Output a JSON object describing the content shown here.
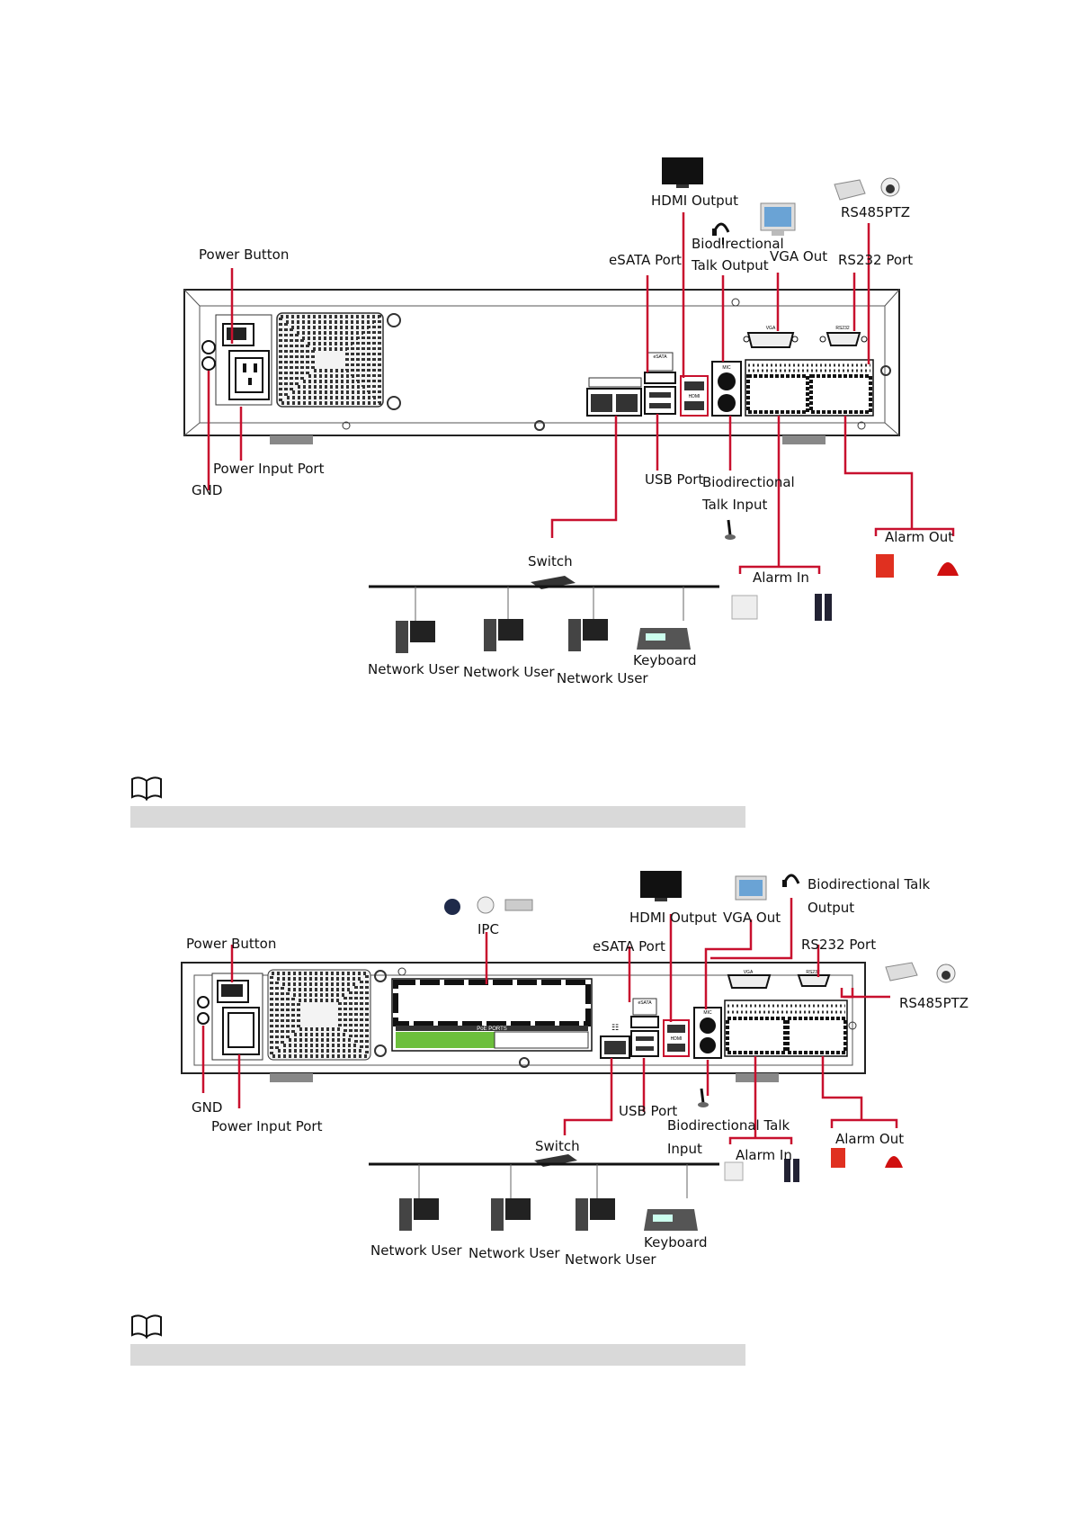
{
  "diagram1": {
    "labels": {
      "hdmi_output": "HDMI Output",
      "rs485ptz": "RS485PTZ",
      "biodirectional_line1": "Biodirectional",
      "talk_output": "Talk Output",
      "vga_out": "VGA Out",
      "rs232_port": "RS232 Port",
      "esata_port": "eSATA Port",
      "power_button": "Power Button",
      "power_input_port": "Power Input Port",
      "gnd": "GND",
      "usb_port": "USB Port",
      "biodirectional_talk_in_line1": "Biodirectional",
      "talk_input": "Talk Input",
      "alarm_out": "Alarm Out",
      "switch": "Switch",
      "alarm_in": "Alarm In",
      "network_user_1": "Network User",
      "network_user_2": "Network User",
      "network_user_3": "Network User",
      "keyboard": "Keyboard"
    },
    "panel_marks": {
      "vga": "VGA",
      "rs232": "RS232",
      "mic": "MIC",
      "esata": "eSATA",
      "hdmi": "HDMI"
    }
  },
  "diagram2": {
    "labels": {
      "biodirectional_talk": "Biodirectional Talk",
      "output": "Output",
      "hdmi_output": "HDMI Output",
      "vga_out": "VGA Out",
      "ipc": "IPC",
      "power_button": "Power Button",
      "esata_port": "eSATA Port",
      "rs232_port": "RS232 Port",
      "rs485ptz": "RS485PTZ",
      "gnd": "GND",
      "power_input_port": "Power Input Port",
      "usb_port": "USB Port",
      "biodirectional_talk_in": "Biodirectional Talk",
      "input": "Input",
      "switch": "Switch",
      "alarm_in": "Alarm In",
      "alarm_out": "Alarm Out",
      "network_user_1": "Network User",
      "network_user_2": "Network User",
      "network_user_3": "Network User",
      "keyboard": "Keyboard"
    },
    "panel_marks": {
      "poe_ports": "PoE PORTS",
      "vga": "VGA",
      "rs232": "RS232",
      "mic": "MIC",
      "esata": "eSATA",
      "hdmi": "HDMI"
    }
  },
  "colors": {
    "connector_line": "#c8102e",
    "panel_outline": "#222222",
    "note_bar": "#d9d9d9",
    "poe_green": "#6cbf3c"
  }
}
